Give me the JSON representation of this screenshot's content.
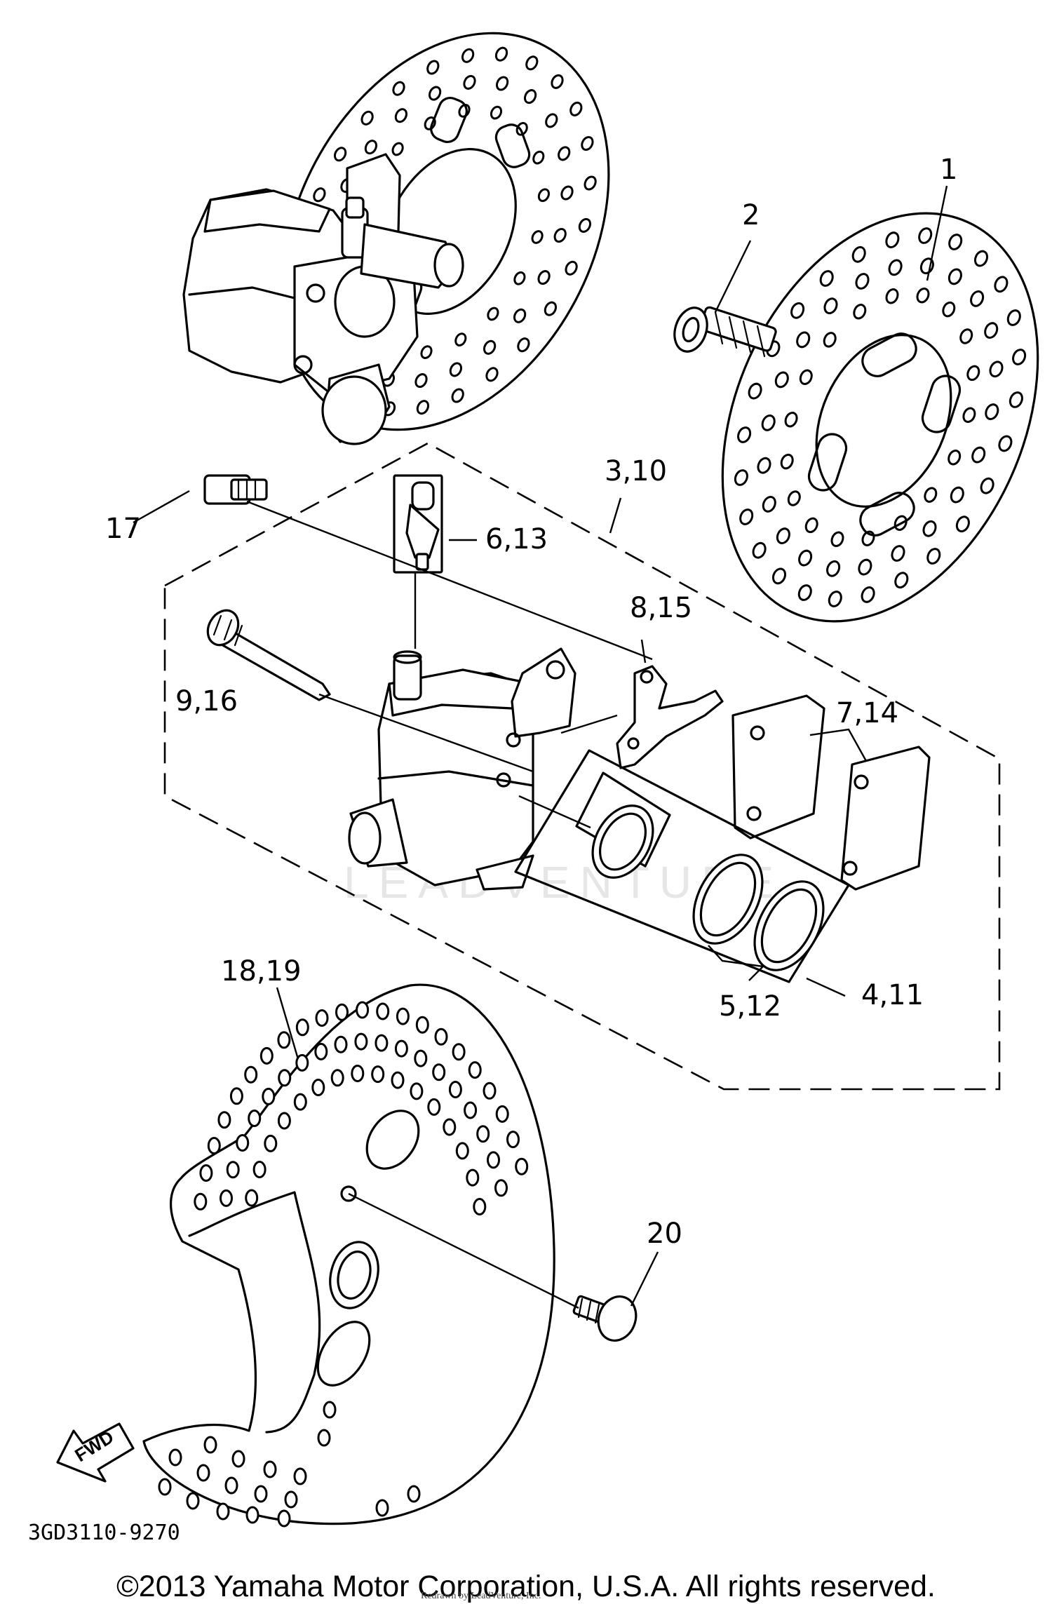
{
  "diagram": {
    "catalog_code": "3GD3110-9270",
    "watermark": "LEADVENTURE",
    "fwd_label": "FWD",
    "callouts": {
      "c1": "1",
      "c2": "2",
      "c3_10": "3,10",
      "c4_11": "4,11",
      "c5_12": "5,12",
      "c6_13": "6,13",
      "c7_14": "7,14",
      "c8_15": "8,15",
      "c9_16": "9,16",
      "c17": "17",
      "c18_19": "18,19",
      "c20": "20"
    }
  },
  "footer": {
    "copyright": "©2013 Yamaha Motor Corporation, U.S.A. All rights reserved.",
    "redraw": "Redrawn by LeadVenture, Inc."
  }
}
